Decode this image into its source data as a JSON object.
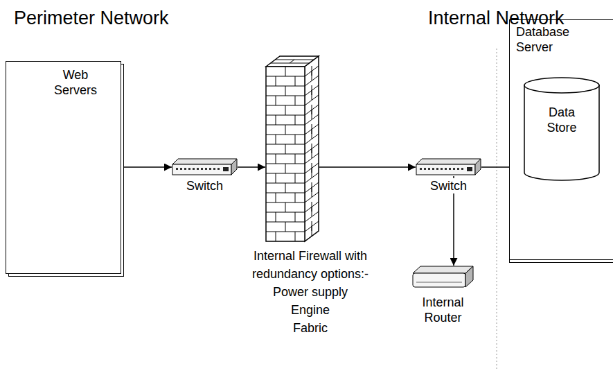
{
  "diagram": {
    "nodes": [
      {
        "text": [
          "Web Servers"
        ]
      },
      {
        "text": [
          "Switch"
        ]
      },
      {
        "text": [
          "Internal Firewall with redundancy options:-",
          "Power supply",
          "Engine",
          "Fabric"
        ]
      },
      {
        "text": [
          "Switch"
        ]
      },
      {
        "text": [
          "Database Server"
        ]
      },
      {
        "text": [
          "Data Store"
        ],
        "in": 4
      },
      {
        "text": [
          "Internal Router"
        ]
      }
    ],
    "edges": [
      {
        "from": 0,
        "to": 1,
        "arrow": "to"
      },
      {
        "from": 1,
        "to": 2,
        "arrow": "to"
      },
      {
        "from": 2,
        "to": 3,
        "arrow": "to"
      },
      {
        "from": 3,
        "to": 5,
        "arrow": "to"
      },
      {
        "from": 3,
        "to": 6,
        "arrow": "to"
      }
    ],
    "labels": [
      "Perimeter Network",
      "Internal Network"
    ]
  }
}
